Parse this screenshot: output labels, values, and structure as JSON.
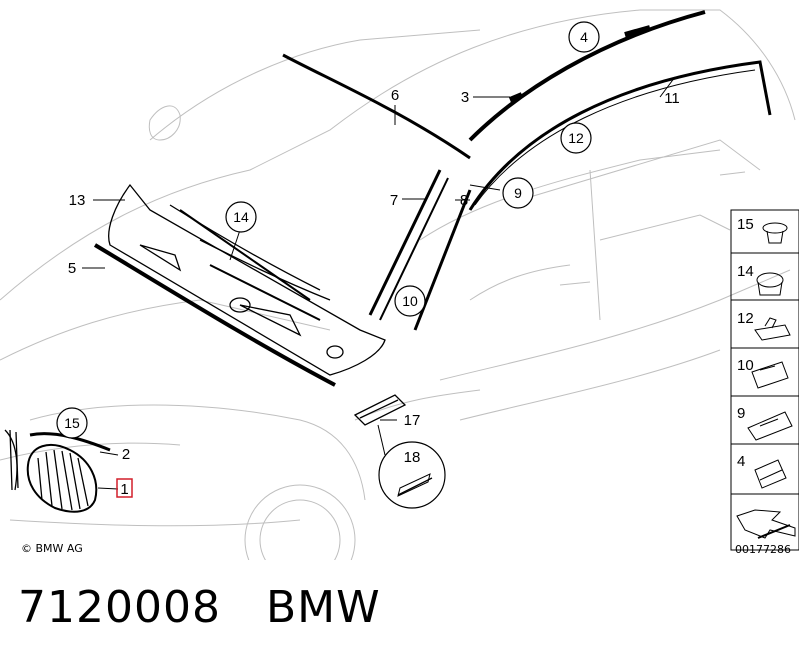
{
  "callouts": {
    "c1": "1",
    "c2": "2",
    "c3": "3",
    "c4": "4",
    "c5": "5",
    "c6": "6",
    "c7": "7",
    "c8": "8",
    "c9": "9",
    "c10": "10",
    "c11": "11",
    "c12": "12",
    "c13": "13",
    "c14": "14",
    "c15": "15",
    "c17": "17",
    "c18": "18"
  },
  "legend": {
    "items": [
      "15",
      "14",
      "12",
      "10",
      "9",
      "4"
    ]
  },
  "copyright": "© BMW AG",
  "diagram_code": "00177286",
  "footer": {
    "part_number": "7120008",
    "brand": "BMW"
  },
  "colors": {
    "line": "#000000",
    "highlight": "#d21f2a",
    "car_outline": "#bfbfbf"
  }
}
